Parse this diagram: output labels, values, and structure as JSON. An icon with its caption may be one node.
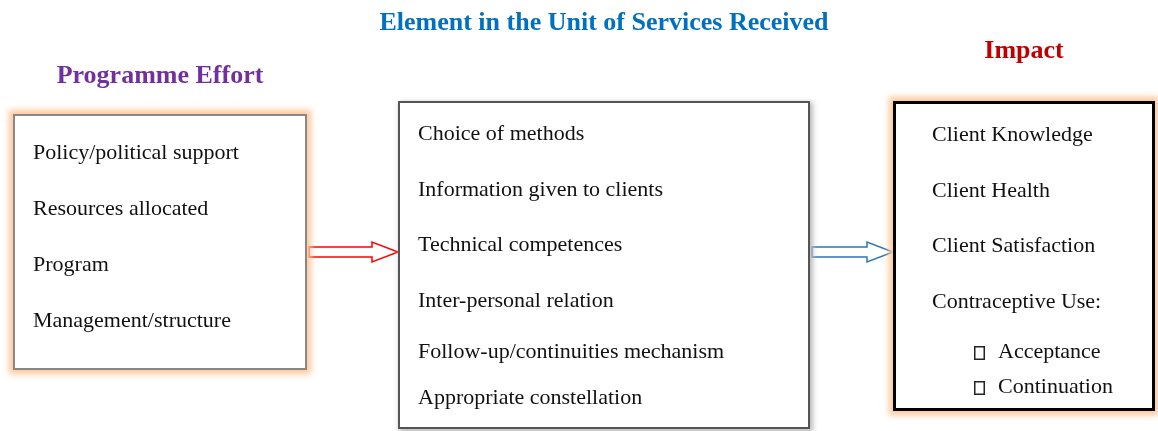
{
  "diagram": {
    "nodes": [
      {
        "text": [
          "Programme Effort",
          "Policy/political support",
          "Resources allocated",
          "Program",
          "Management/structure"
        ]
      },
      {
        "text": [
          "Element in the Unit of Services Received",
          "Choice of methods",
          "Information given to clients",
          "Technical competences",
          "Inter-personal relation",
          "Follow-up/continuities mechanism",
          "Appropriate constellation"
        ]
      },
      {
        "text": [
          "Impact",
          "Client Knowledge",
          "Client Health",
          "Client Satisfaction",
          "Contraceptive Use:",
          "Acceptance",
          "Continuation"
        ]
      }
    ],
    "edges": [
      {
        "from": 0,
        "to": 1,
        "arrow": "to",
        "color": "#ff0000"
      },
      {
        "from": 1,
        "to": 2,
        "arrow": "to",
        "color": "#2e75b6"
      }
    ]
  }
}
